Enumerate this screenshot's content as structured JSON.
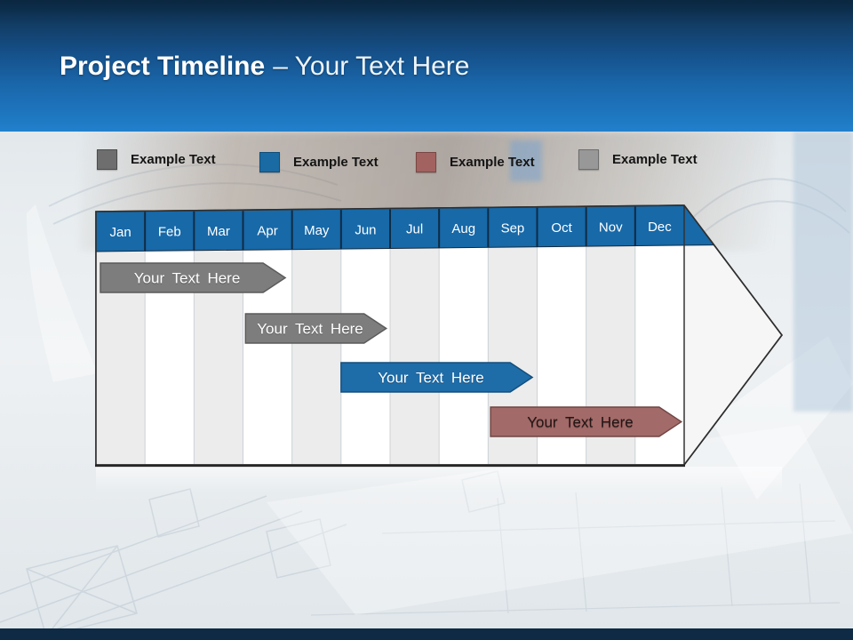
{
  "title": {
    "main": "Project Timeline",
    "suffix": "– Your Text Here"
  },
  "legend": [
    {
      "label": "Example Text",
      "color": "#6e6e6e",
      "border": "#4c4c4c"
    },
    {
      "label": "Example Text",
      "color": "#1a6aa3",
      "border": "#0f4e7b"
    },
    {
      "label": "Example Text",
      "color": "#a2625f",
      "border": "#7a4744"
    },
    {
      "label": "Example Text",
      "color": "#989898",
      "border": "#6d6d6d"
    }
  ],
  "timeline": {
    "months": [
      "Jan",
      "Feb",
      "Mar",
      "Apr",
      "May",
      "Jun",
      "Jul",
      "Aug",
      "Sep",
      "Oct",
      "Nov",
      "Dec"
    ],
    "header_color": "#1769a8",
    "header_separator_color": "#0f2b44",
    "stripe_colors": [
      "#ececec",
      "#ffffff"
    ],
    "bars": [
      {
        "label": "Your Text Here",
        "start_month": "Jan",
        "end_month": "Mar",
        "start": 0.09,
        "end": 3.41,
        "fill": "#7d7d7d",
        "stroke": "#5a5a5a",
        "text_color": "#ffffff"
      },
      {
        "label": "Your Text Here",
        "start_month": "Apr",
        "end_month": "Jun",
        "start": 3.05,
        "end": 5.47,
        "fill": "#7d7d7d",
        "stroke": "#5a5a5a",
        "text_color": "#ffffff"
      },
      {
        "label": "Your Text Here",
        "start_month": "Jun",
        "end_month": "Sep",
        "start": 5.0,
        "end": 8.45,
        "fill": "#1e6ca8",
        "stroke": "#134e7c",
        "text_color": "#ffffff"
      },
      {
        "label": "Your Text Here",
        "start_month": "Sep",
        "end_month": "Dec",
        "start": 8.05,
        "end": 11.49,
        "fill": "#a26a68",
        "stroke": "#6f4543",
        "text_color": "#241616"
      }
    ]
  }
}
